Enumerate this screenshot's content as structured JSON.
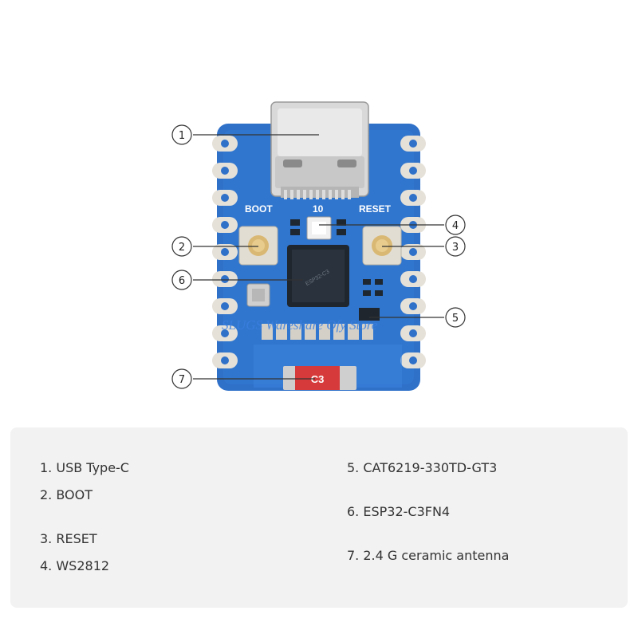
{
  "board": {
    "silkscreen_boot": "BOOT",
    "silkscreen_reset": "RESET",
    "silkscreen_pin10": "10",
    "antenna_label": "C3",
    "watermark": "SLUGS Wareshare Ofy Store"
  },
  "callouts": [
    "1",
    "2",
    "3",
    "4",
    "5",
    "6",
    "7"
  ],
  "legend": {
    "items": [
      "1. USB Type-C",
      "2. BOOT",
      "3. RESET",
      "4. WS2812",
      "5. CAT6219-330TD-GT3",
      "6. ESP32-C3FN4",
      "7. 2.4 G ceramic antenna"
    ]
  },
  "colors": {
    "pcb": "#2e6fc8",
    "pcb_edge": "#3a7ed6",
    "pad": "#e8e4dc",
    "chip": "#222a33",
    "antenna": "#d73a3a",
    "legend_bg": "#f2f2f2"
  }
}
